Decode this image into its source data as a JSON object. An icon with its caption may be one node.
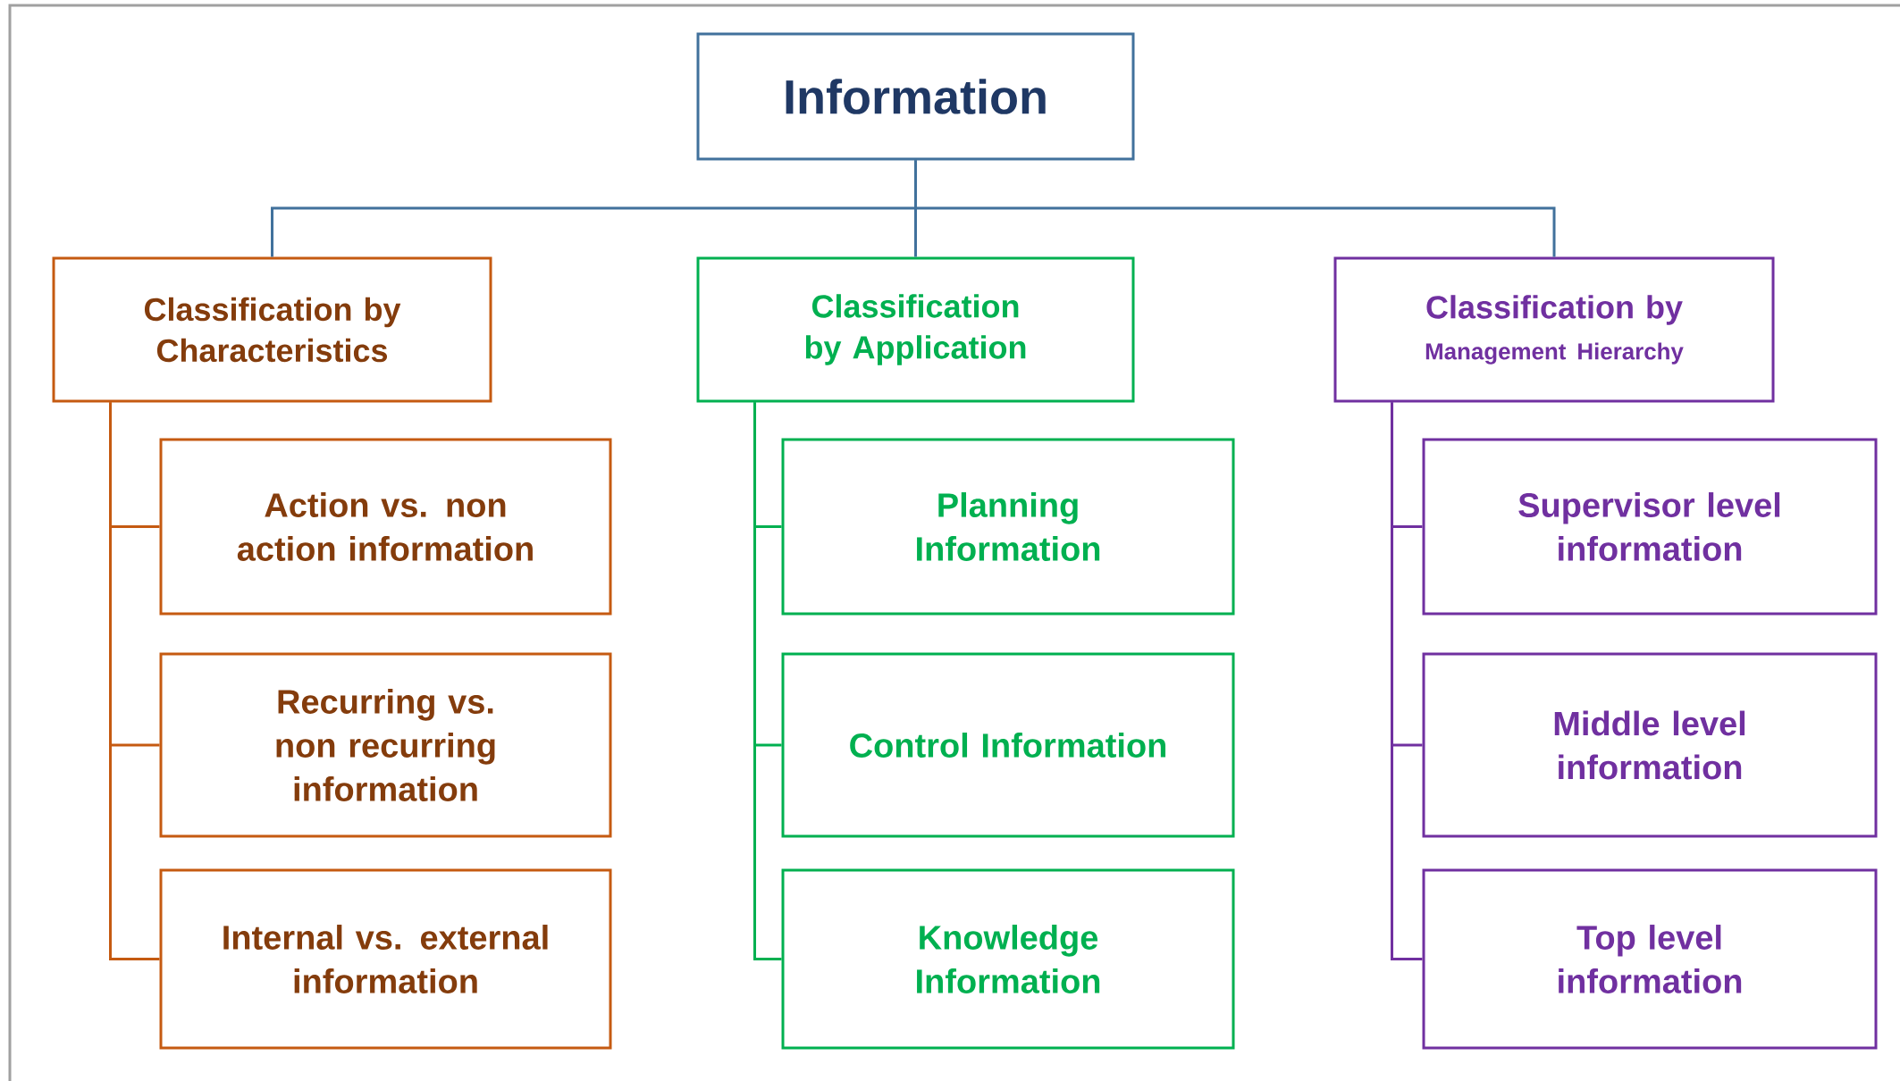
{
  "diagram": {
    "nodes": [
      {
        "text": [
          "Information"
        ]
      },
      {
        "text": [
          "Classification by Characteristics"
        ]
      },
      {
        "text": [
          "Classification by Application"
        ]
      },
      {
        "text": [
          "Classification by",
          "Management Hierarchy"
        ]
      },
      {
        "text": [
          "Action vs. non action information"
        ]
      },
      {
        "text": [
          "Recurring vs. non recurring information"
        ]
      },
      {
        "text": [
          "Internal vs. external information"
        ]
      },
      {
        "text": [
          "Planning Information"
        ]
      },
      {
        "text": [
          "Control Information"
        ]
      },
      {
        "text": [
          "Knowledge Information"
        ]
      },
      {
        "text": [
          "Supervisor level information"
        ]
      },
      {
        "text": [
          "Middle level information"
        ]
      },
      {
        "text": [
          "Top level information"
        ]
      }
    ],
    "edges": [
      {
        "from": 0,
        "to": 1,
        "arrow": "none"
      },
      {
        "from": 0,
        "to": 2,
        "arrow": "none"
      },
      {
        "from": 0,
        "to": 3,
        "arrow": "none"
      },
      {
        "from": 1,
        "to": 4,
        "arrow": "none",
        "color": "#c55a11"
      },
      {
        "from": 1,
        "to": 5,
        "arrow": "none",
        "color": "#c55a11"
      },
      {
        "from": 1,
        "to": 6,
        "arrow": "none",
        "color": "#c55a11"
      },
      {
        "from": 2,
        "to": 7,
        "arrow": "none",
        "color": "#00b050"
      },
      {
        "from": 2,
        "to": 8,
        "arrow": "none",
        "color": "#00b050"
      },
      {
        "from": 2,
        "to": 9,
        "arrow": "none",
        "color": "#00b050"
      },
      {
        "from": 3,
        "to": 10,
        "arrow": "none",
        "color": "#7030a0"
      },
      {
        "from": 3,
        "to": 11,
        "arrow": "none",
        "color": "#7030a0"
      },
      {
        "from": 3,
        "to": 12,
        "arrow": "none",
        "color": "#7030a0"
      }
    ]
  }
}
